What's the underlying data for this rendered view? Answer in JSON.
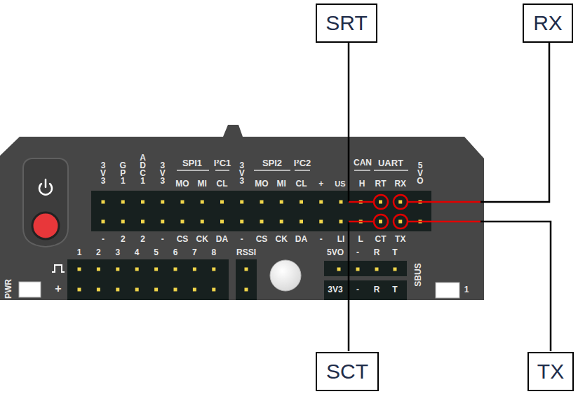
{
  "diagram": {
    "nodes": [
      {
        "text": [
          "SRT"
        ]
      },
      {
        "text": [
          "RX"
        ]
      },
      {
        "text": [
          "SCT"
        ]
      },
      {
        "text": [
          "TX"
        ]
      }
    ],
    "labels": [
      "3 V 3",
      "G P 1",
      "A D C 1",
      "3 V 3",
      "SPI1",
      "MO",
      "MI",
      "I²C1",
      "CL",
      "3 V 3",
      "SPI2",
      "MO",
      "MI",
      "I²C2",
      "CL",
      "+",
      "US",
      "CAN",
      "H",
      "UART",
      "RT",
      "RX",
      "5 V O",
      "-",
      "2",
      "2",
      "-",
      "CS",
      "CK",
      "DA",
      "-",
      "CS",
      "CK",
      "DA",
      "-",
      "LI",
      "L",
      "CT",
      "TX",
      "1",
      "2",
      "3",
      "4",
      "5",
      "6",
      "7",
      "8",
      "+",
      "RSSI",
      "5VO",
      "-",
      "R",
      "T",
      "SBUS",
      "3V3",
      "-",
      "R",
      "T",
      "PWR",
      "1"
    ]
  }
}
